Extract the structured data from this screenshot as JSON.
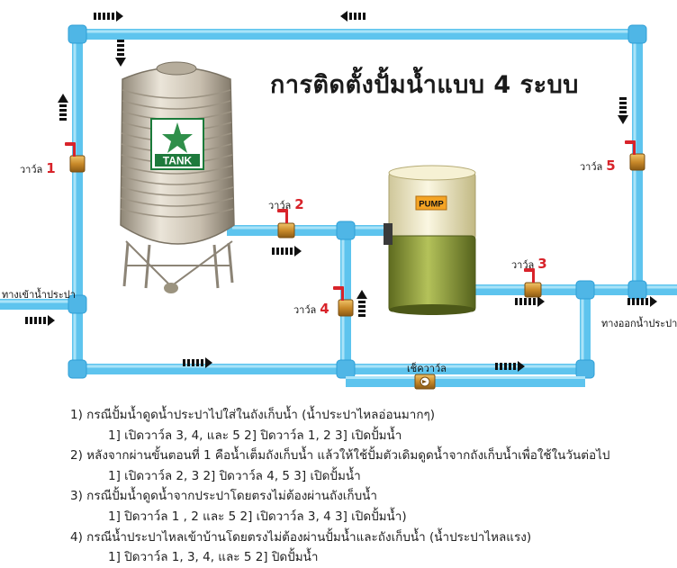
{
  "title": "การติดตั้งปั้มน้ำแบบ 4 ระบบ",
  "tank_label": "TANK",
  "pump_label": "PUMP",
  "valves": [
    {
      "word": "วาว์ล",
      "num": "1"
    },
    {
      "word": "วาว์ล",
      "num": "2"
    },
    {
      "word": "วาว์ล",
      "num": "3"
    },
    {
      "word": "วาว์ล",
      "num": "4"
    },
    {
      "word": "วาว์ล",
      "num": "5"
    }
  ],
  "inlet_label": "ทางเข้าน้ำประปา",
  "outlet_label": "ทางออกน้ำประปา",
  "check_valve_label": "เช็ควาว์ล",
  "steps": [
    {
      "heading": "1) กรณีปั้มน้ำดูดน้ำประปาไปใส่ในถังเก็บน้ำ (น้ำประปาไหลอ่อนมากๆ)",
      "sub": "1] เปิดวาว์ล 3, 4, และ 5     2] ปิดวาว์ล 1, 2     3] เปิดปั้มน้ำ"
    },
    {
      "heading": "2) หลังจากผ่านขั้นตอนที่ 1 คือน้ำเต็มถังเก็บน้ำ แล้วให้ใช้ปั้มตัวเดิมดูดน้ำจากถังเก็บน้ำเพื่อใช้ในวันต่อไป",
      "sub": "1] เปิดวาว์ล 2, 3     2] ปิดวาว์ล 4, 5     3] เปิดปั้มน้ำ"
    },
    {
      "heading": "3) กรณีปั้มน้ำดูดน้ำจากประปาโดยตรงไม่ต้องผ่านถังเก็บน้ำ",
      "sub": "1] ปิดวาว์ล 1 , 2 และ 5     2] เปิดวาว์ล 3, 4     3] เปิดปั้มน้ำ)"
    },
    {
      "heading": "4) กรณีน้ำประปาไหลเข้าบ้านโดยตรงไม่ต้องผ่านปั้มน้ำและถังเก็บน้ำ (น้ำประปาไหลแรง)",
      "sub": "1] ปิดวาว์ล 1, 3, 4, และ 5     2] ปิดปั้มน้ำ"
    }
  ],
  "colors": {
    "pipe": "#5ec4ee",
    "pipe_dark": "#2f9fd6",
    "valve_red": "#d8232a",
    "tank_body": "#c9c1b3",
    "pump_top": "#efe9c8",
    "pump_bottom": "#8a9a3a"
  }
}
